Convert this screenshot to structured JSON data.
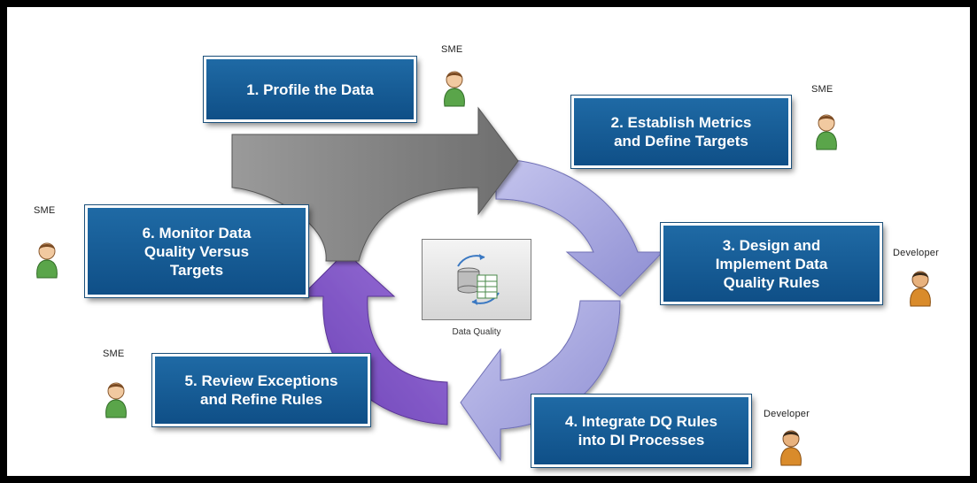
{
  "steps": [
    {
      "label": "1. Profile the Data"
    },
    {
      "label": "2. Establish Metrics\nand Define Targets"
    },
    {
      "label": "3. Design and\nImplement Data\nQuality Rules"
    },
    {
      "label": "4. Integrate DQ Rules\ninto DI Processes"
    },
    {
      "label": "5. Review Exceptions\nand Refine Rules"
    },
    {
      "label": "6. Monitor Data\nQuality Versus\nTargets"
    }
  ],
  "roles": {
    "sme": "SME",
    "developer": "Developer"
  },
  "hub": {
    "label": "Data Quality"
  },
  "colors": {
    "box_fill": "#1560a0",
    "arrow_light": "#a6a6dc",
    "arrow_dark": "#7a4fc0",
    "entry_arrow": "#8c8c8c",
    "sme_shirt": "#5aa54a",
    "dev_shirt": "#d98b2b"
  }
}
